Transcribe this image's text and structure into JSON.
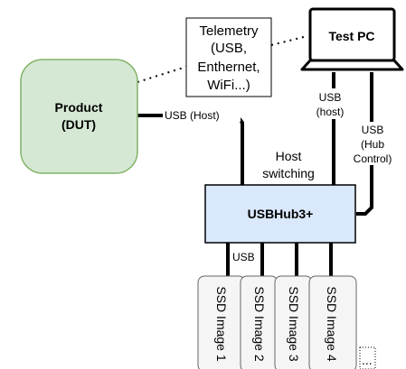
{
  "product": {
    "line1": "Product",
    "line2": "(DUT)"
  },
  "test_pc": {
    "label": "Test PC"
  },
  "telemetry": {
    "lines": [
      "Telemetry",
      "(USB,",
      "Enthernet,",
      "WiFi...)"
    ]
  },
  "hub": {
    "label": "USBHub3+"
  },
  "host_switching": {
    "lines": [
      "Host",
      "switching"
    ]
  },
  "links": {
    "usb_host_product": "USB (Host)",
    "usb_host_pc": [
      "USB",
      "(host)"
    ],
    "usb_hub_control": [
      "USB",
      "(Hub",
      "Control)"
    ],
    "usb_ssd": "USB"
  },
  "ssds": [
    {
      "label": "SSD Image 1"
    },
    {
      "label": "SSD Image 2"
    },
    {
      "label": "SSD Image 3"
    },
    {
      "label": "SSD Image 4"
    }
  ],
  "ellipsis": "...",
  "colors": {
    "product_fill": "#d5e8d4",
    "product_stroke": "#82b366",
    "hub_fill": "#dae8fc",
    "ssd_fill": "#f5f5f5",
    "ssd_stroke": "#666666"
  }
}
